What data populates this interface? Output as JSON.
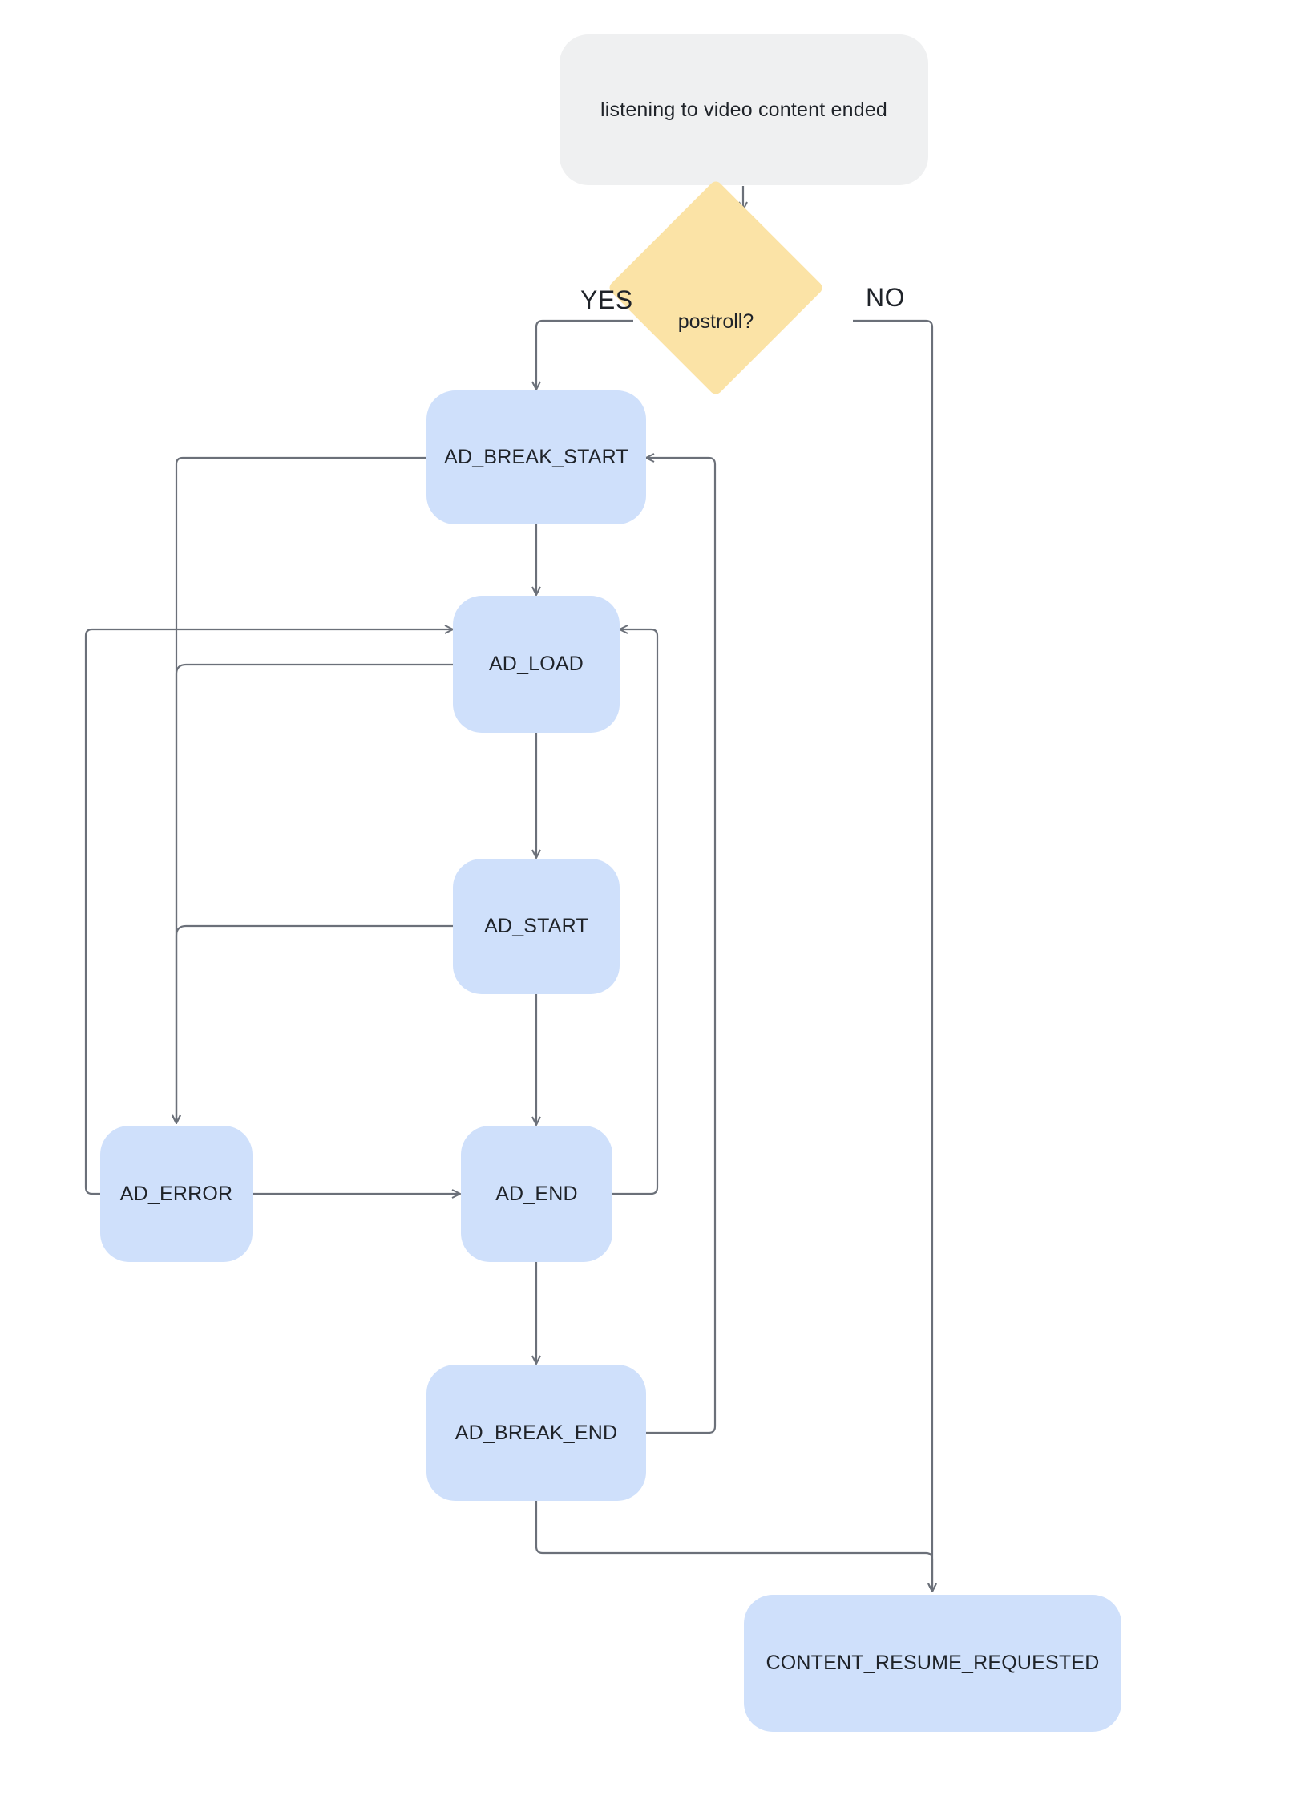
{
  "start": {
    "label": "listening to video content ended"
  },
  "decision": {
    "label": "postroll?",
    "yes_label": "YES",
    "no_label": "NO"
  },
  "events": {
    "ad_break_start": "AD_BREAK_START",
    "ad_load": "AD_LOAD",
    "ad_start": "AD_START",
    "ad_error": "AD_ERROR",
    "ad_end": "AD_END",
    "ad_break_end": "AD_BREAK_END",
    "content_resume_requested": "CONTENT_RESUME_REQUESTED"
  },
  "colors": {
    "start_fill": "#eff0f1",
    "event_fill": "#cfe0fb",
    "decision_fill": "#fbe3a6",
    "connector": "#6b7079",
    "text": "#1f2329"
  }
}
